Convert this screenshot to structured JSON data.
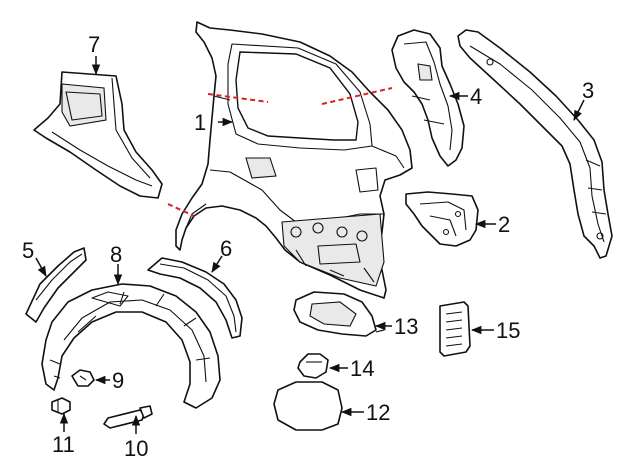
{
  "callouts": [
    {
      "id": "1",
      "label": "1"
    },
    {
      "id": "2",
      "label": "2"
    },
    {
      "id": "3",
      "label": "3"
    },
    {
      "id": "4",
      "label": "4"
    },
    {
      "id": "5",
      "label": "5"
    },
    {
      "id": "6",
      "label": "6"
    },
    {
      "id": "7",
      "label": "7"
    },
    {
      "id": "8",
      "label": "8"
    },
    {
      "id": "9",
      "label": "9"
    },
    {
      "id": "10",
      "label": "10"
    },
    {
      "id": "11",
      "label": "11"
    },
    {
      "id": "12",
      "label": "12"
    },
    {
      "id": "13",
      "label": "13"
    },
    {
      "id": "14",
      "label": "14"
    },
    {
      "id": "15",
      "label": "15"
    }
  ],
  "colors": {
    "line": "#111111",
    "cut_line": "#e0201c",
    "background": "#ffffff"
  }
}
